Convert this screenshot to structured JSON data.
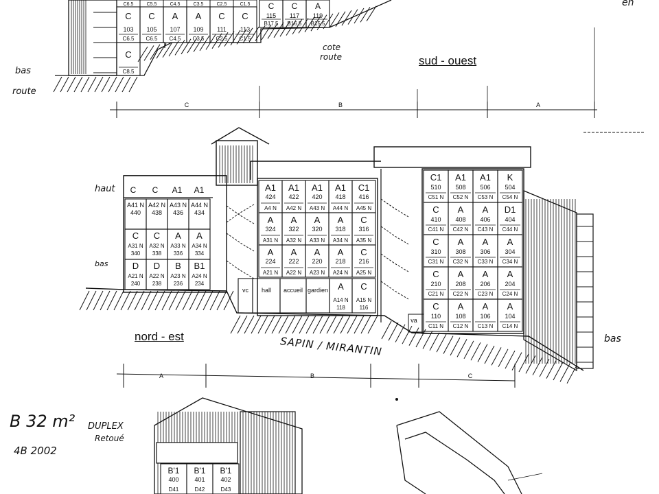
{
  "top_section": {
    "left_note": [
      "bas",
      "route"
    ],
    "road_note": [
      "cote",
      "route"
    ],
    "right_note": "en",
    "facade_label": "sud - ouest",
    "dimension_labels": [
      "C",
      "B",
      "A"
    ],
    "row_upper": [
      {
        "type": "C",
        "num": "103",
        "code": "C6.5"
      },
      {
        "type": "C",
        "num": "105",
        "code": "C6.5"
      },
      {
        "type": "A",
        "num": "107",
        "code": "C4.5"
      },
      {
        "type": "A",
        "num": "109",
        "code": "C3.5"
      },
      {
        "type": "C",
        "num": "111",
        "code": "C2.5"
      },
      {
        "type": "C",
        "num": "113",
        "code": "C1.5"
      },
      {
        "type": "C",
        "num": "115",
        "code": "B17.5"
      },
      {
        "type": "C",
        "num": "117",
        "code": "B16.5"
      },
      {
        "type": "A",
        "num": "119",
        "code": "B15.5"
      }
    ],
    "row_top_codes": [
      "C6.5",
      "C5.5",
      "C4.5",
      "C3.5",
      "C2.5",
      "C1.5"
    ],
    "row_lower": {
      "type": "C",
      "code": "C8.5"
    }
  },
  "main_section": {
    "left_notes": [
      "haut",
      "bas"
    ],
    "right_note": "bas",
    "facade_label": "nord - est",
    "street_label": "SAPIN / MIRANTIN",
    "dimension_labels": [
      "A",
      "B",
      "C"
    ],
    "left_block": {
      "top_types": [
        "C",
        "C",
        "A1",
        "A1"
      ],
      "rows": [
        [
          {
            "type": "A41 N",
            "num": "440"
          },
          {
            "type": "A42 N",
            "num": "438"
          },
          {
            "type": "A43 N",
            "num": "436"
          },
          {
            "type": "A44 N",
            "num": "434"
          }
        ],
        [
          {
            "type": "C",
            "num": "A31 N"
          },
          {
            "type": "C",
            "num": "A32 N"
          },
          {
            "type": "A",
            "num": "A33 N"
          },
          {
            "type": "A",
            "num": "A34 N"
          }
        ],
        [
          {
            "type": "D",
            "num": "A21 N"
          },
          {
            "type": "D",
            "num": "A22 N"
          },
          {
            "type": "B",
            "num": "A23 N"
          },
          {
            "type": "B1",
            "num": "A24 N"
          }
        ]
      ],
      "row_nums": [
        [
          "340",
          "338",
          "336",
          "334"
        ],
        [
          "240",
          "238",
          "236",
          "234"
        ]
      ]
    },
    "center_block": {
      "rows": [
        [
          {
            "type": "A1",
            "num": "424",
            "code": "A4 N"
          },
          {
            "type": "A1",
            "num": "422",
            "code": "A42 N"
          },
          {
            "type": "A1",
            "num": "420",
            "code": "A43 N"
          },
          {
            "type": "A1",
            "num": "418",
            "code": "A44 N"
          },
          {
            "type": "C1",
            "num": "416",
            "code": "A45 N"
          }
        ],
        [
          {
            "type": "A",
            "num": "324",
            "code": "A31 N"
          },
          {
            "type": "A",
            "num": "322",
            "code": "A32 N"
          },
          {
            "type": "A",
            "num": "320",
            "code": "A33 N"
          },
          {
            "type": "A",
            "num": "318",
            "code": "A34 N"
          },
          {
            "type": "C",
            "num": "316",
            "code": "A35 N"
          }
        ],
        [
          {
            "type": "A",
            "num": "224",
            "code": "A21 N"
          },
          {
            "type": "A",
            "num": "222",
            "code": "A22 N"
          },
          {
            "type": "A",
            "num": "220",
            "code": "A23 N"
          },
          {
            "type": "A",
            "num": "218",
            "code": "A24 N"
          },
          {
            "type": "C",
            "num": "216",
            "code": "A25 N"
          }
        ]
      ],
      "ground": [
        {
          "type": "",
          "num": "vc"
        },
        {
          "type": "",
          "num": "hall"
        },
        {
          "type": "",
          "num": "accueil"
        },
        {
          "type": "",
          "num": "gardien"
        },
        {
          "type": "A",
          "num": "118",
          "code": "A14 N"
        },
        {
          "type": "C",
          "num": "116",
          "code": "A15 N"
        }
      ]
    },
    "right_block": {
      "rows": [
        [
          {
            "type": "C1",
            "num": "510",
            "code": "C51 N"
          },
          {
            "type": "A1",
            "num": "508",
            "code": "C52 N"
          },
          {
            "type": "A1",
            "num": "506",
            "code": "C53 N"
          },
          {
            "type": "K",
            "num": "504",
            "code": "C54 N"
          }
        ],
        [
          {
            "type": "C",
            "num": "410",
            "code": "C41 N"
          },
          {
            "type": "A",
            "num": "408",
            "code": "C42 N"
          },
          {
            "type": "A",
            "num": "406",
            "code": "C43 N"
          },
          {
            "type": "D1",
            "num": "404",
            "code": "C44 N"
          }
        ],
        [
          {
            "type": "C",
            "num": "310",
            "code": "C31 N"
          },
          {
            "type": "A",
            "num": "308",
            "code": "C32 N"
          },
          {
            "type": "A",
            "num": "306",
            "code": "C33 N"
          },
          {
            "type": "A",
            "num": "304",
            "code": "C34 N"
          }
        ],
        [
          {
            "type": "C",
            "num": "210",
            "code": "C21 N"
          },
          {
            "type": "A",
            "num": "208",
            "code": "C22 N"
          },
          {
            "type": "A",
            "num": "206",
            "code": "C23 N"
          },
          {
            "type": "A",
            "num": "204",
            "code": "C24 N"
          }
        ],
        [
          {
            "type": "C",
            "num": "110",
            "code": "C11 N"
          },
          {
            "type": "A",
            "num": "108",
            "code": "C12 N"
          },
          {
            "type": "A",
            "num": "106",
            "code": "C13 N"
          },
          {
            "type": "A",
            "num": "104",
            "code": "C14 N"
          }
        ]
      ],
      "ground_label": "va"
    }
  },
  "bottom_section": {
    "note_main": "B 32 m²",
    "note_sub": "DUPLEX",
    "note_sub2": "Retoué",
    "note_code": "4B 2002",
    "small_block": [
      {
        "type": "B'1",
        "num": "400",
        "code": "D41"
      },
      {
        "type": "B'1",
        "num": "401",
        "code": "D42"
      },
      {
        "type": "B'1",
        "num": "402",
        "code": "D43"
      }
    ]
  },
  "colors": {
    "ink": "#111111",
    "paper": "#ffffff"
  }
}
